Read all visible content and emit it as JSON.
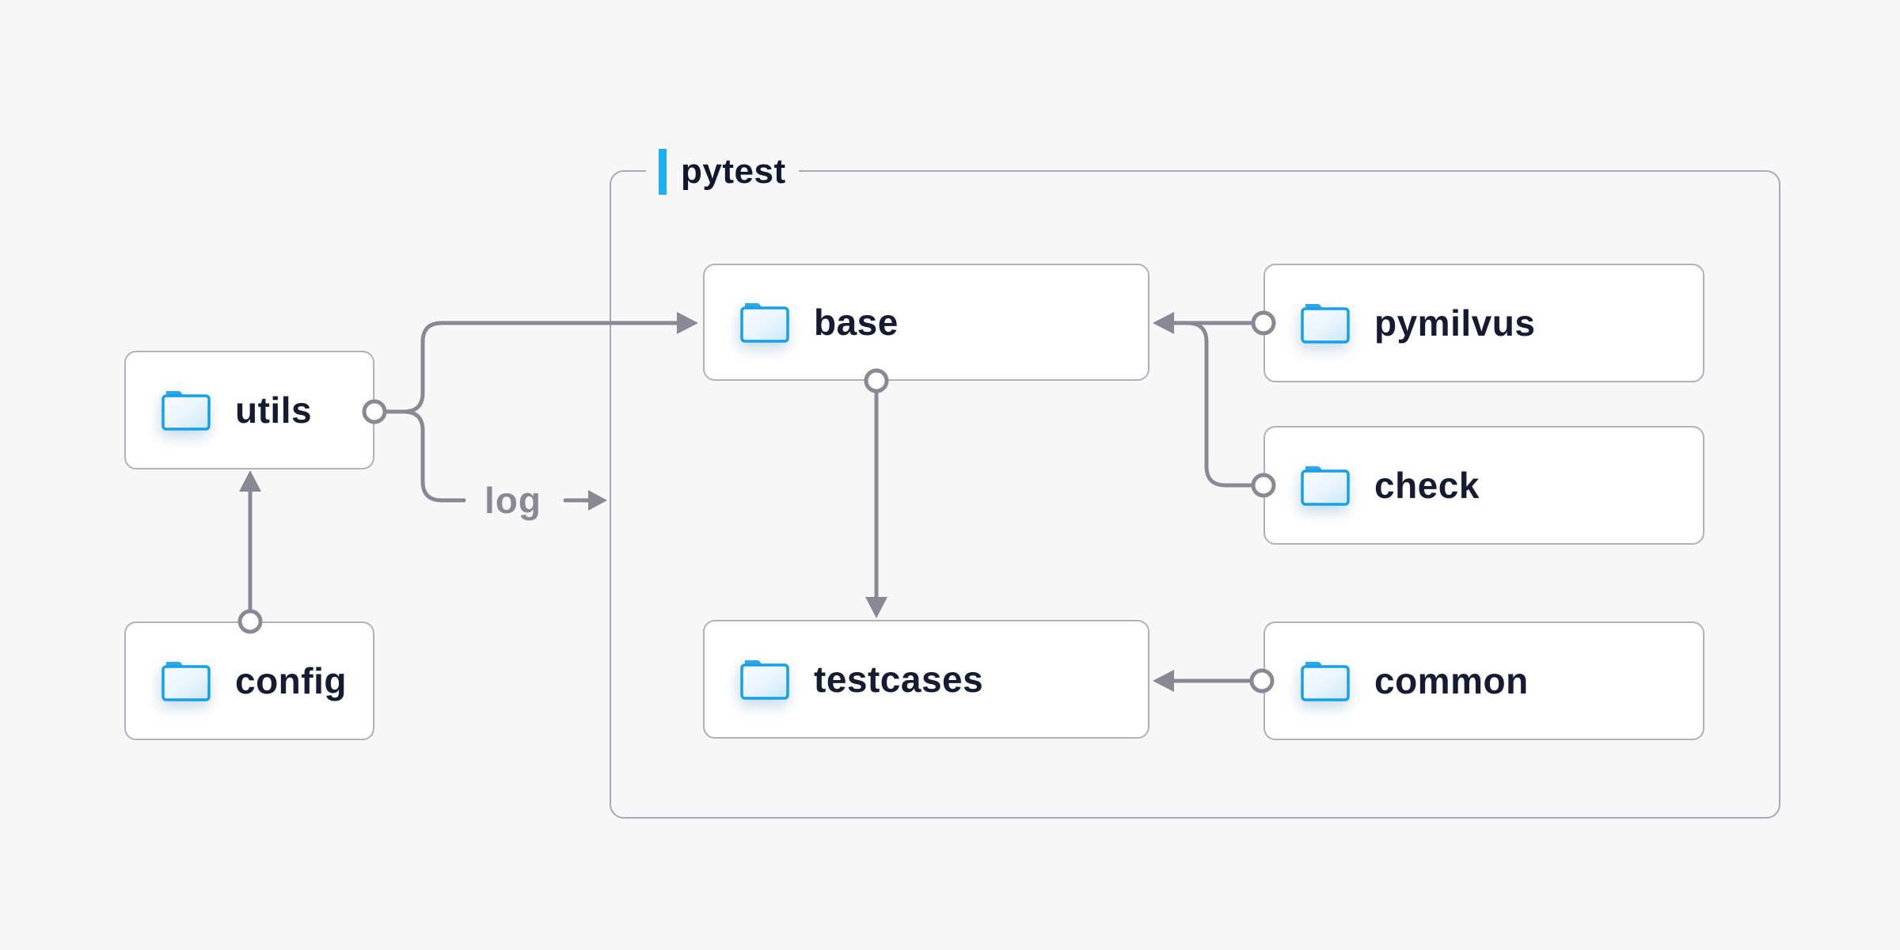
{
  "canvas": {
    "background": "#f7f7f8"
  },
  "container": {
    "label": "pytest"
  },
  "nodes": {
    "utils": {
      "label": "utils"
    },
    "config": {
      "label": "config"
    },
    "base": {
      "label": "base"
    },
    "pymilvus": {
      "label": "pymilvus"
    },
    "check": {
      "label": "check"
    },
    "testcases": {
      "label": "testcases"
    },
    "common": {
      "label": "common"
    }
  },
  "edges": {
    "log_label": "log",
    "list": [
      "config -> utils",
      "utils -> base",
      "utils -> log -> pytest",
      "pymilvus -> base",
      "check -> base",
      "base -> testcases",
      "common -> testcases"
    ]
  },
  "icons": {
    "node_icon": "folder-icon"
  },
  "colors": {
    "background": "#f7f7f8",
    "accent_blue": "#1bb0f0",
    "folder_blue": "#17a0ea",
    "folder_tab_blue": "#2fa7e6",
    "connector_gray": "#898995",
    "node_text": "#141b33",
    "group_label_text": "#10182e",
    "node_border": "#b1b1bc",
    "group_border": "#a9a9b5",
    "node_background": "#ffffff"
  }
}
